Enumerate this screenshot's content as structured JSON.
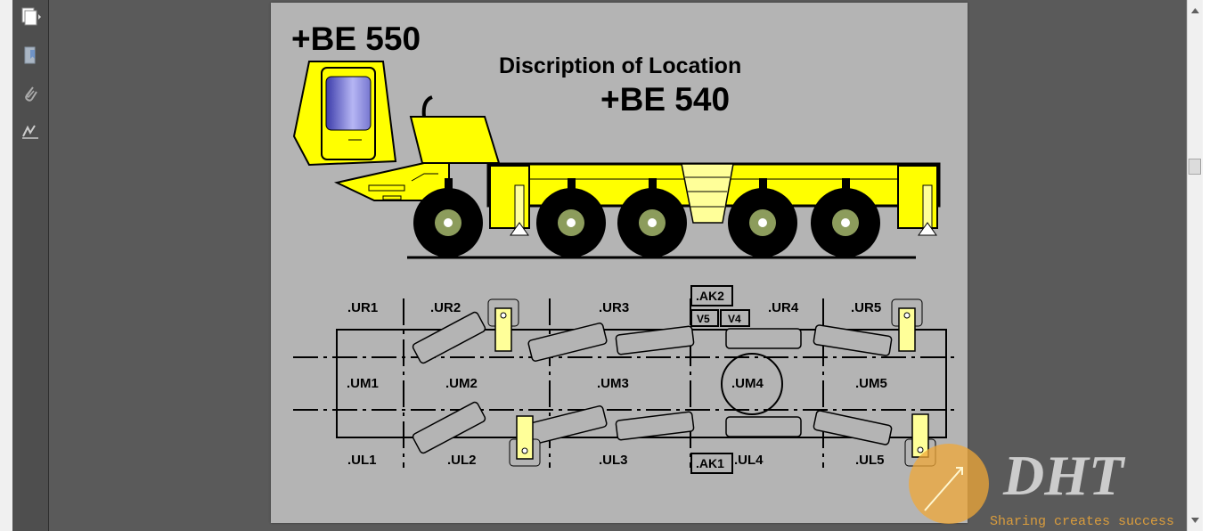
{
  "sidebar": {
    "buttons": [
      {
        "name": "pages-icon"
      },
      {
        "name": "bookmarks-icon"
      },
      {
        "name": "attachments-icon"
      },
      {
        "name": "signatures-icon"
      }
    ]
  },
  "diagram": {
    "top_code": "+BE 550",
    "title": "Discription of Location",
    "crane_code": "+BE 540",
    "upper_row": [
      ".UR1",
      ".UR2",
      ".UR3",
      ".UR4",
      ".UR5"
    ],
    "middle_row": [
      ".UM1",
      ".UM2",
      ".UM3",
      ".UM4",
      ".UM5"
    ],
    "lower_row": [
      ".UL1",
      ".UL2",
      ".UL3",
      ".UL4",
      ".UL5"
    ],
    "ak_top": ".AK2",
    "ak_bottom": ".AK1",
    "valve_left": "V5",
    "valve_right": "V4",
    "colors": {
      "yellow": "#ffff00",
      "pale_yellow": "#ffff99",
      "page_gray": "#b4b4b4"
    }
  },
  "watermark": {
    "logo": "DHT",
    "tagline": "Sharing creates success"
  }
}
